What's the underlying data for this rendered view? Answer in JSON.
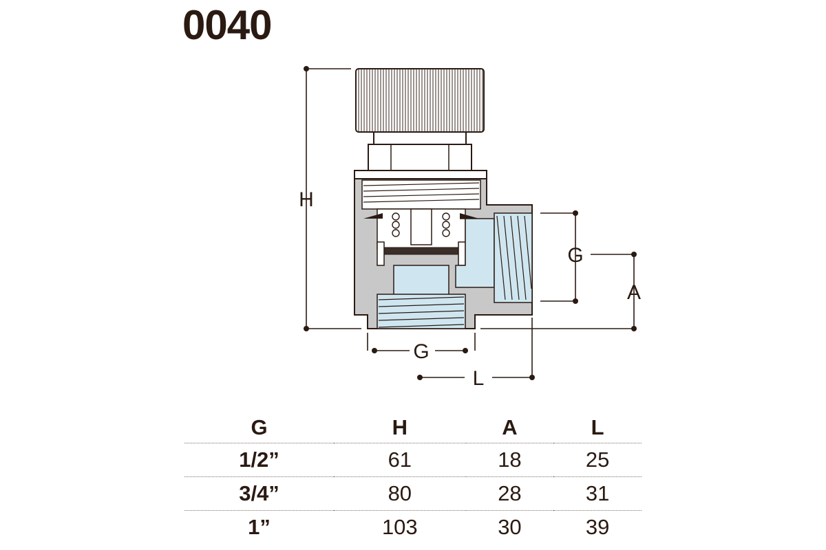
{
  "title": "0040",
  "dimension_labels": {
    "height": "H",
    "side_thread": "G",
    "offset": "A",
    "bottom_thread": "G",
    "length": "L"
  },
  "table": {
    "headers": [
      "G",
      "H",
      "A",
      "L"
    ],
    "rows": [
      [
        "1/2”",
        "61",
        "18",
        "25"
      ],
      [
        "3/4”",
        "80",
        "28",
        "31"
      ],
      [
        "1”",
        "103",
        "30",
        "39"
      ]
    ]
  }
}
